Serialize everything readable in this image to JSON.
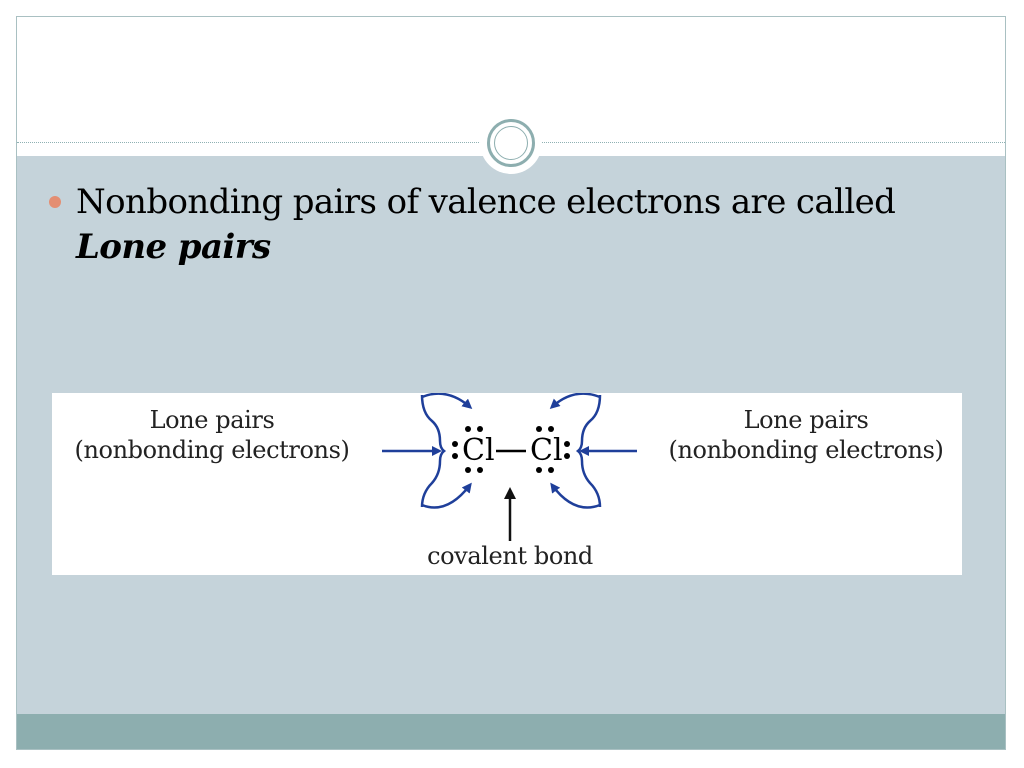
{
  "slide": {
    "bullet": {
      "text": "Nonbonding pairs of valence electrons are called",
      "emphasis": "Lone pairs"
    },
    "colors": {
      "content_bg": "#c5d3da",
      "footer_bar": "#8daeaf",
      "bullet_dot": "#e48e72",
      "arrow_blue": "#1f3f9a"
    },
    "diagram": {
      "left_label_line1": "Lone pairs",
      "left_label_line2": "(nonbonding electrons)",
      "right_label_line1": "Lone pairs",
      "right_label_line2": "(nonbonding electrons)",
      "atom_left": "Cl",
      "atom_right": "Cl",
      "bond_label": "covalent bond"
    }
  }
}
